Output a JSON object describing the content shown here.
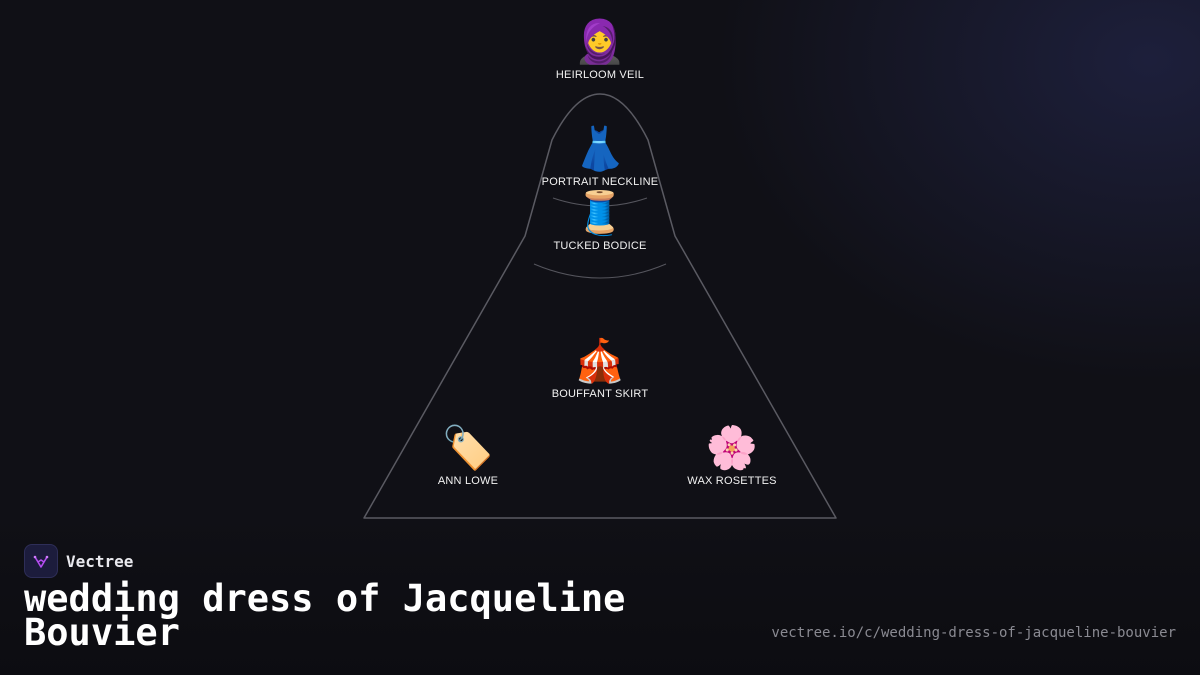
{
  "brand": {
    "name": "Vectree",
    "logo_icon": "vectree-logo-icon",
    "accent": "#b44cf0"
  },
  "title": "wedding dress of Jacqueline Bouvier",
  "url": "vectree.io/c/wedding-dress-of-jacqueline-bouvier",
  "colors": {
    "background": "#101016",
    "outline": "#5a5a62"
  },
  "nodes": [
    {
      "key": "veil",
      "icon": "🧕",
      "icon_name": "bride-with-veil-icon",
      "label": "HEIRLOOM VEIL"
    },
    {
      "key": "neckline",
      "icon": "👗",
      "icon_name": "dress-icon",
      "label": "PORTRAIT NECKLINE"
    },
    {
      "key": "bodice",
      "icon": "🧵",
      "icon_name": "thread-spool-icon",
      "label": "TUCKED BODICE"
    },
    {
      "key": "skirt",
      "icon": "🎪",
      "icon_name": "circus-tent-icon",
      "label": "BOUFFANT SKIRT"
    },
    {
      "key": "designer",
      "icon": "🏷️",
      "icon_name": "label-tag-icon",
      "label": "ANN LOWE"
    },
    {
      "key": "rosettes",
      "icon": "🌸",
      "icon_name": "cherry-blossom-icon",
      "label": "WAX ROSETTES"
    }
  ]
}
